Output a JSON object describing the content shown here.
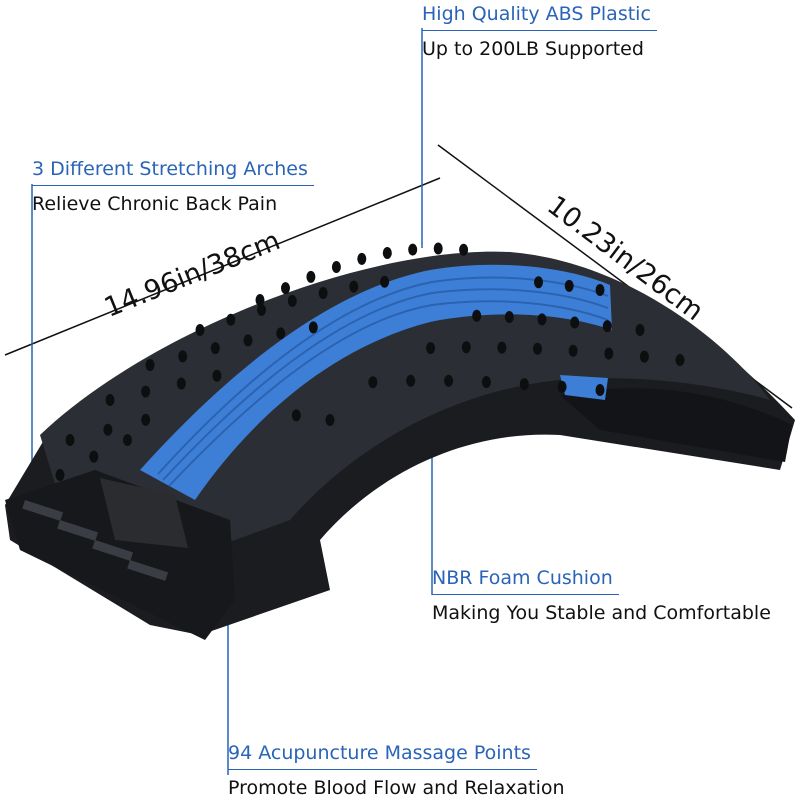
{
  "colors": {
    "accent_blue": "#2a64b8",
    "foam_blue": "#3d7fd6",
    "frame_black": "#1a1c20",
    "text": "#111111"
  },
  "callouts": {
    "abs": {
      "title": "High Quality ABS Plastic",
      "subtitle": "Up to 200LB Supported"
    },
    "arches": {
      "title": "3 Different Stretching Arches",
      "subtitle": "Relieve Chronic Back Pain"
    },
    "foam": {
      "title": "NBR Foam Cushion",
      "subtitle": "Making You Stable and Comfortable"
    },
    "points": {
      "title": "94 Acupuncture Massage Points",
      "subtitle": "Promote Blood Flow and Relaxation"
    }
  },
  "dimensions": {
    "length": "14.96in/38cm",
    "width": "10.23in/26cm"
  }
}
